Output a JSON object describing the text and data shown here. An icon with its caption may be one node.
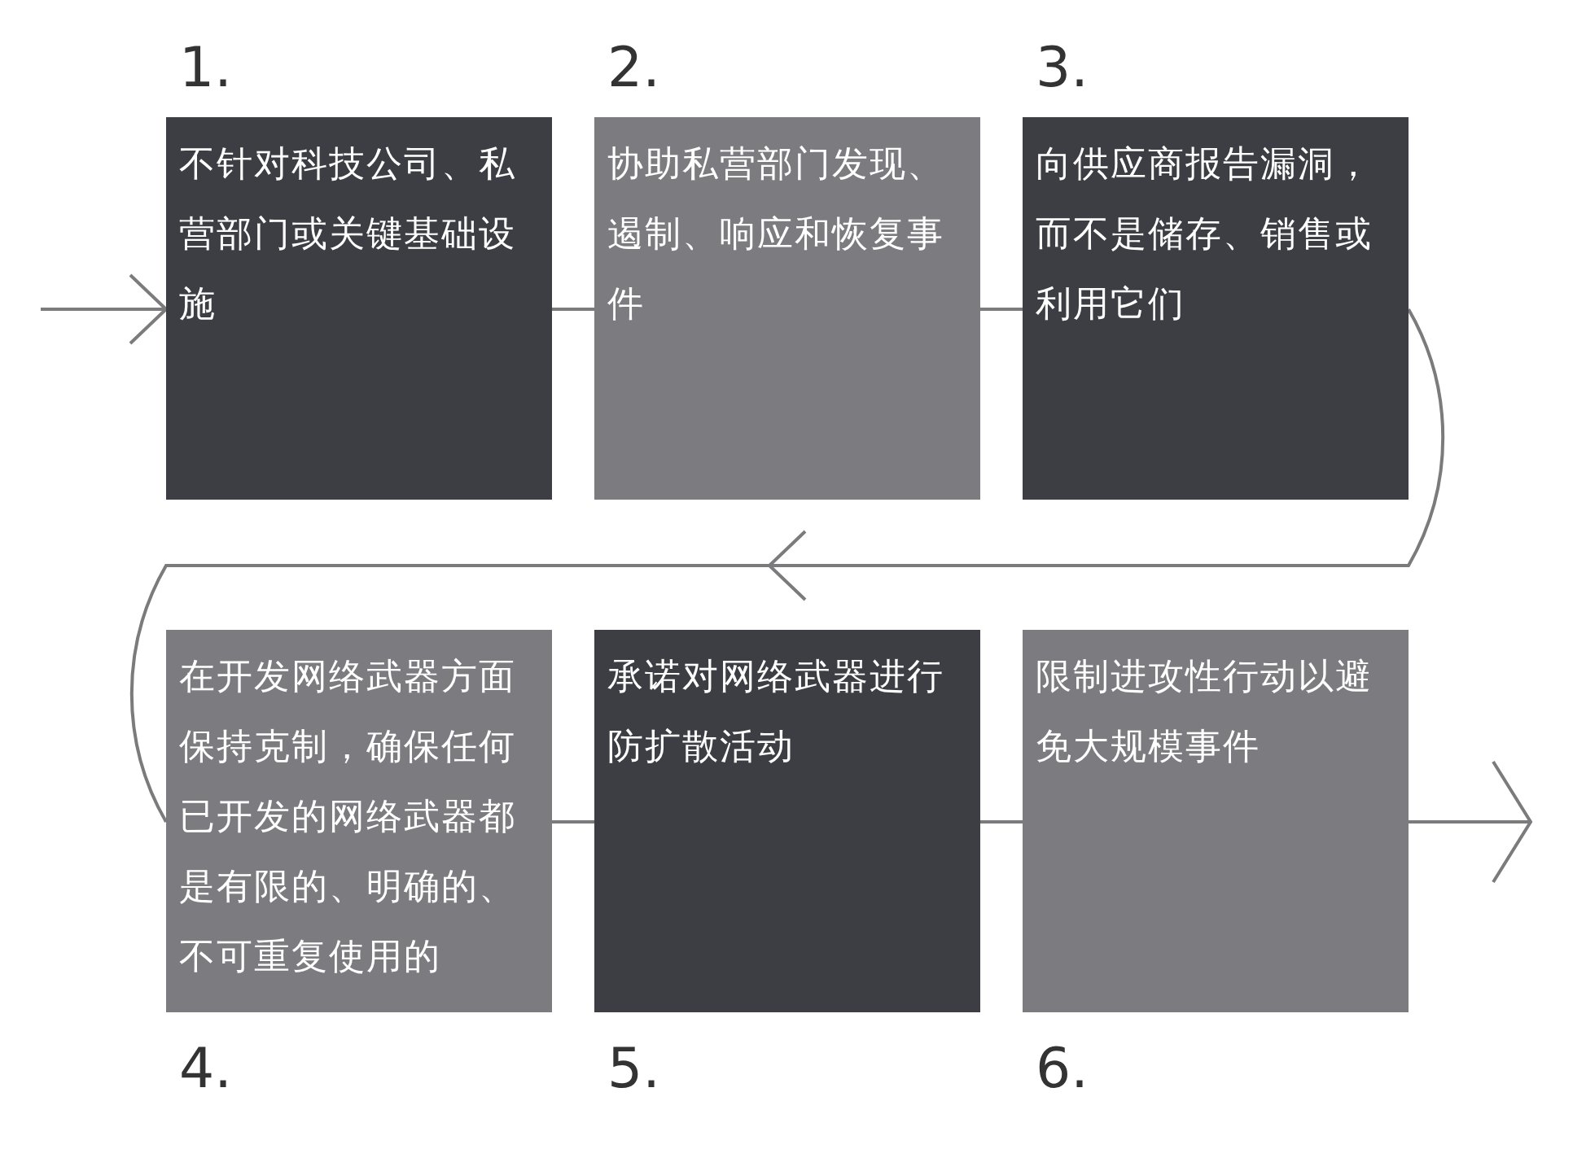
{
  "diagram": {
    "nodes": [
      {
        "text": [
          "不针对科技公司、私营部门或关键基础设施"
        ],
        "beside": [
          "1."
        ]
      },
      {
        "text": [
          "协助私营部门发现、遏制、响应和恢复事件"
        ],
        "beside": [
          "2."
        ]
      },
      {
        "text": [
          "向供应商报告漏洞，而不是储存、销售或利用它们"
        ],
        "beside": [
          "3."
        ]
      },
      {
        "text": [
          "在开发网络武器方面保持克制，确保任何已开发的网络武器都是有限的、明确的、不可重复使用的"
        ],
        "beside": [
          "4."
        ]
      },
      {
        "text": [
          "承诺对网络武器进行防扩散活动"
        ],
        "beside": [
          "5."
        ]
      },
      {
        "text": [
          "限制进攻性行动以避免大规模事件"
        ],
        "beside": [
          "6."
        ]
      }
    ],
    "edges": [
      {
        "from": null,
        "to": 0,
        "arrow": "to"
      },
      {
        "from": 0,
        "to": 1,
        "arrow": "none"
      },
      {
        "from": 1,
        "to": 2,
        "arrow": "none"
      },
      {
        "from": 2,
        "to": 3,
        "arrow": "to"
      },
      {
        "from": 3,
        "to": 4,
        "arrow": "none"
      },
      {
        "from": 4,
        "to": 5,
        "arrow": "none"
      },
      {
        "from": 5,
        "to": null,
        "arrow": "to"
      }
    ]
  }
}
